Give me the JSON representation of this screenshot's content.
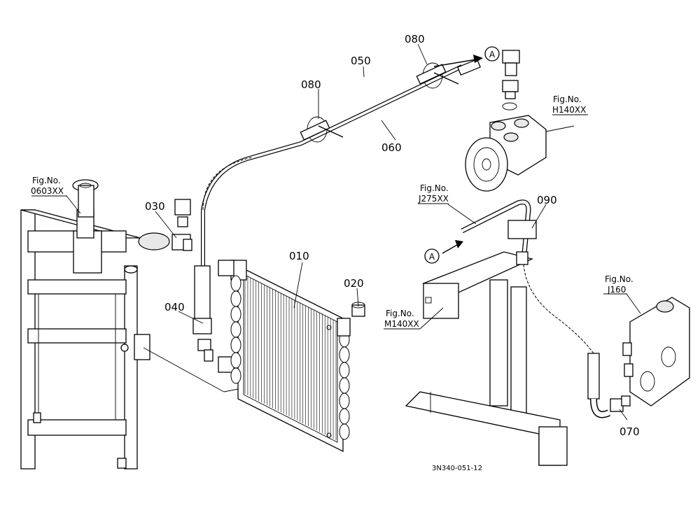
{
  "parts": {
    "p010": "010",
    "p020": "020",
    "p030": "030",
    "p040": "040",
    "p050": "050",
    "p060": "060",
    "p070": "070",
    "p080a": "080",
    "p080b": "080",
    "p090": "090"
  },
  "figure_refs": {
    "fig_0603": {
      "prefix": "Fig.No.",
      "code": "0603XX"
    },
    "fig_h140": {
      "prefix": "Fig.No.",
      "code": "H140XX"
    },
    "fig_j275": {
      "prefix": "Fig.No.",
      "code": "J275XX"
    },
    "fig_m140": {
      "prefix": "Fig.No.",
      "code": "M140XX"
    },
    "fig_j160": {
      "prefix": "Fig.No.",
      "code": "J160"
    }
  },
  "connector_marks": {
    "a_top": "A",
    "a_bottom": "A"
  },
  "drawing_code": "3N340-051-12"
}
